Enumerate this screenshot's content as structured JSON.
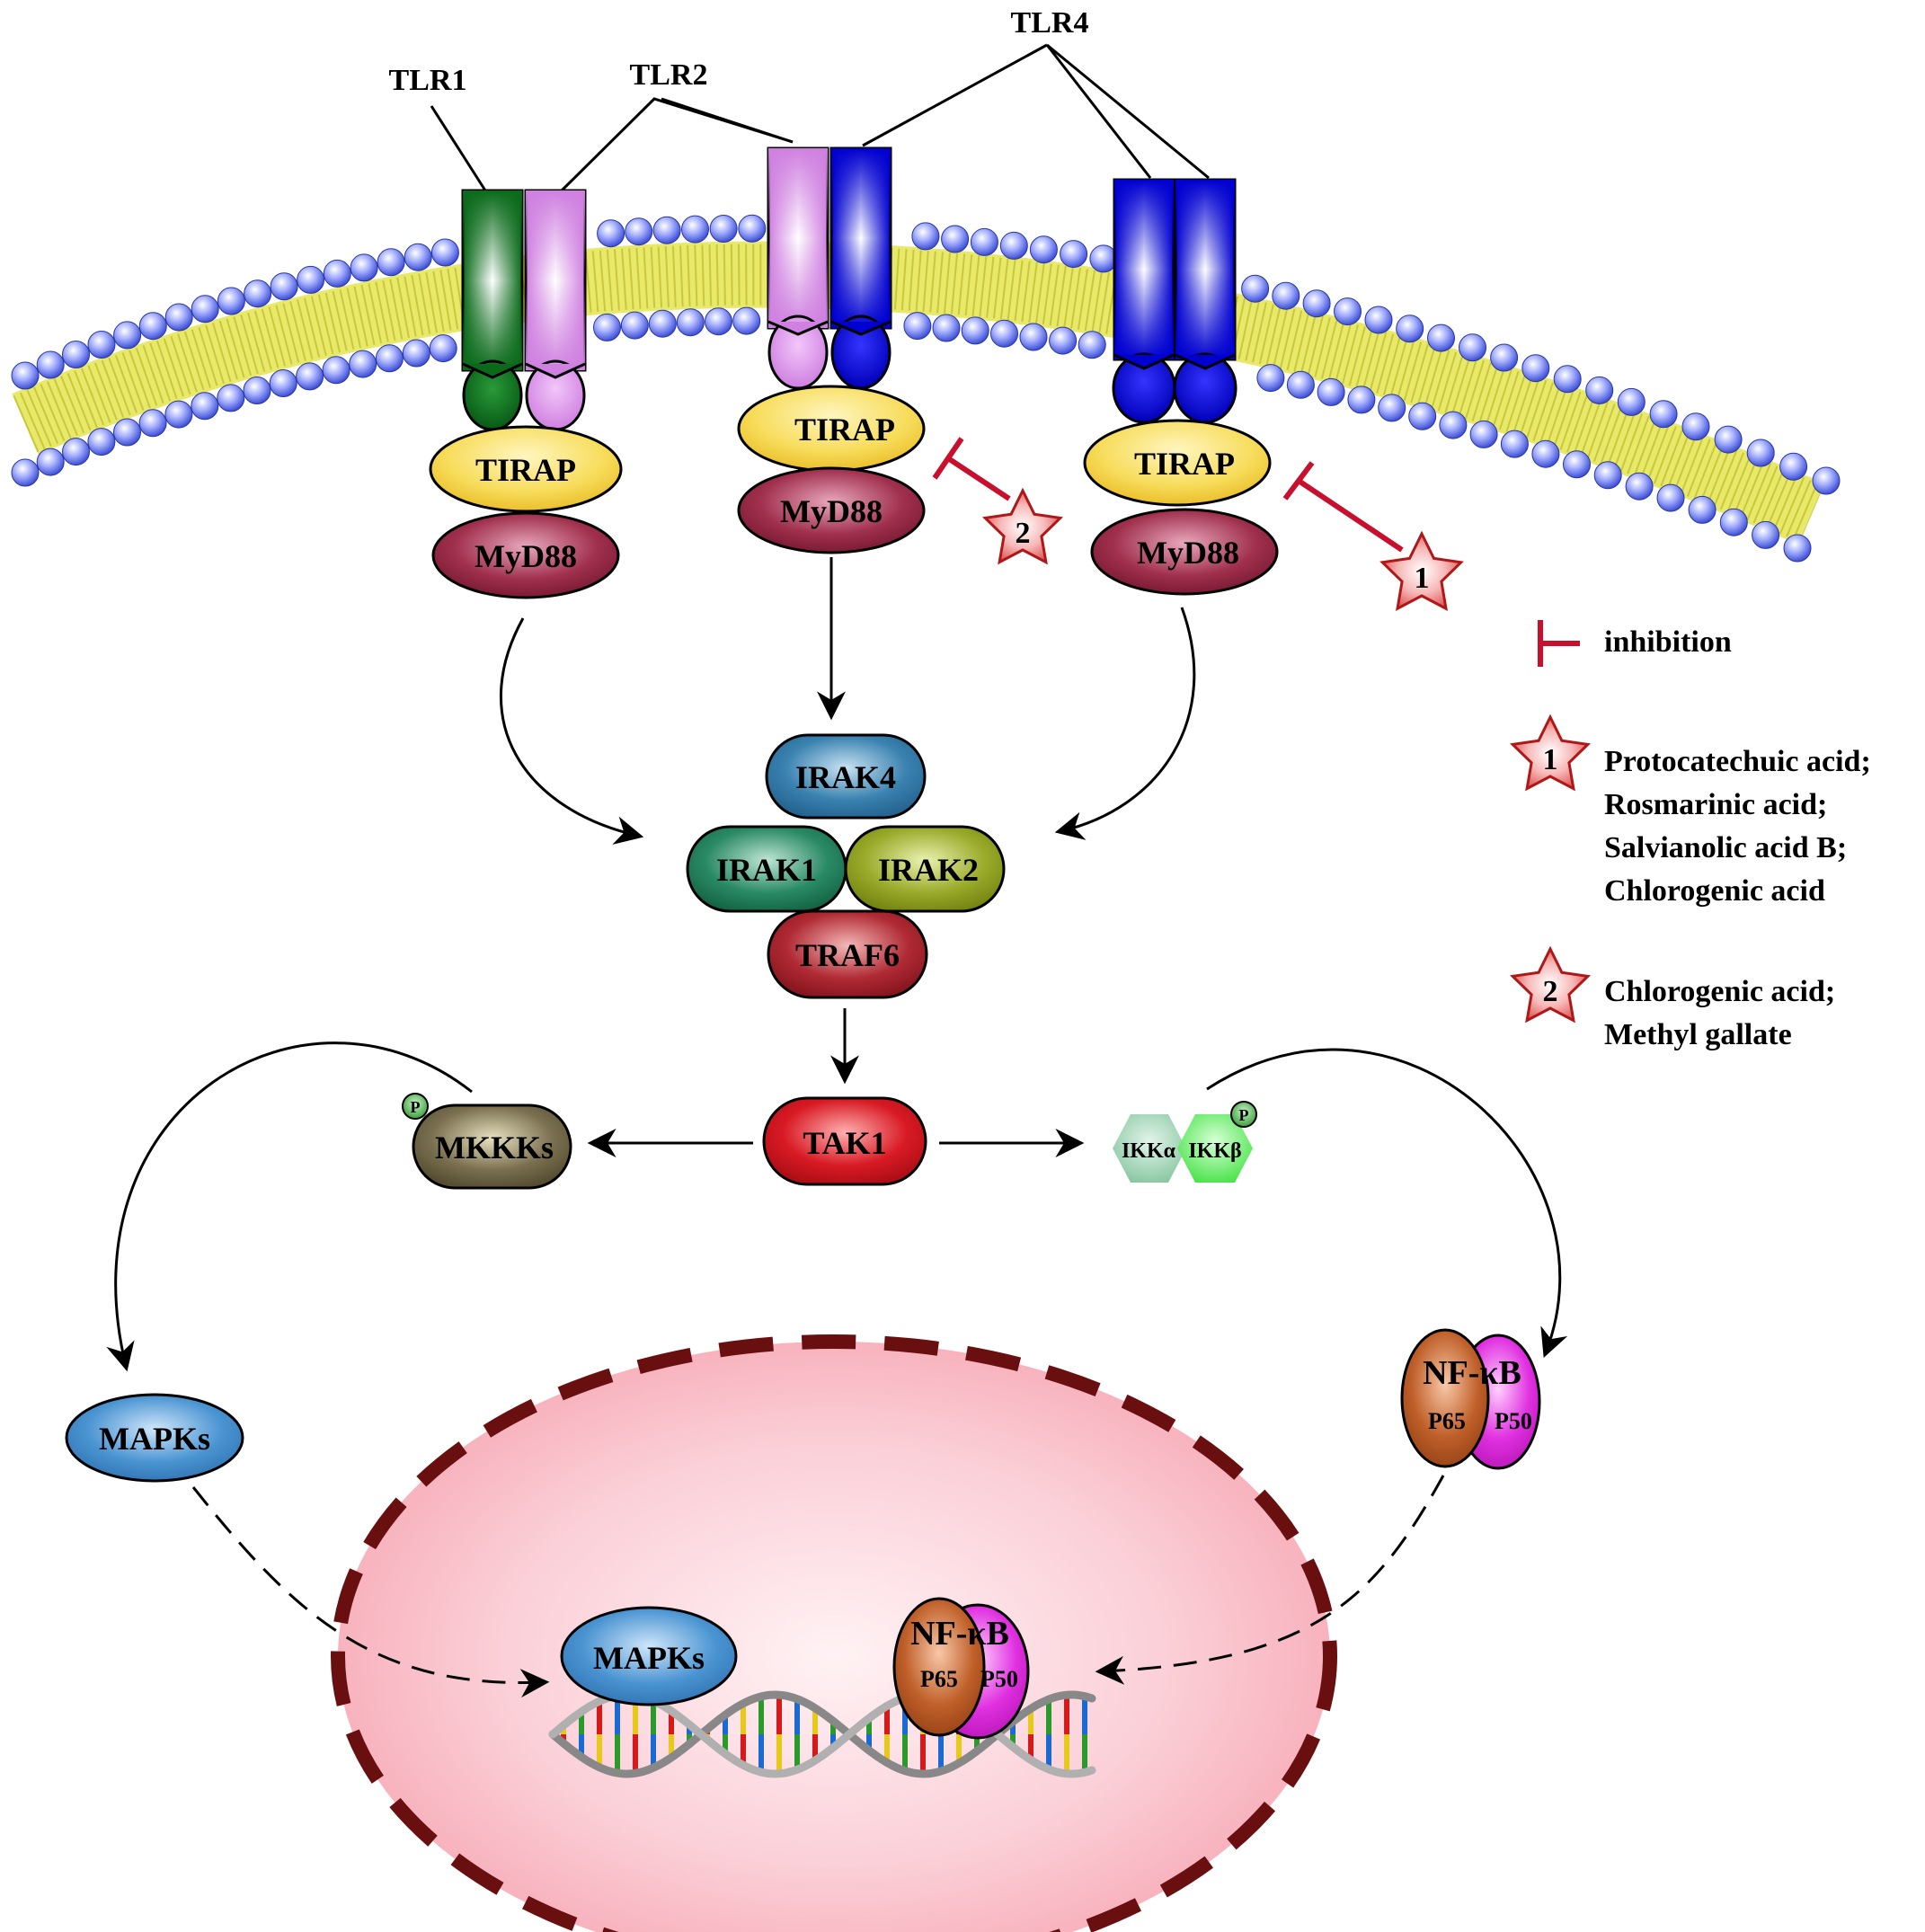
{
  "receptors": {
    "tlr1": "TLR1",
    "tlr2": "TLR2",
    "tlr4": "TLR4"
  },
  "adaptors": {
    "tirap": "TIRAP",
    "myd88": "MyD88"
  },
  "complex": {
    "irak4": "IRAK4",
    "irak1": "IRAK1",
    "irak2": "IRAK2",
    "traf6": "TRAF6"
  },
  "kinases": {
    "tak1": "TAK1",
    "mkkks": "MKKKs",
    "ikka": "IKKα",
    "ikkb": "IKKβ",
    "phospho": "P"
  },
  "effectors": {
    "mapks": "MAPKs",
    "nfkb": "NF-κB",
    "p65": "P65",
    "p50": "P50"
  },
  "markers": {
    "one": "1",
    "two": "2"
  },
  "legend": {
    "inhibition": "inhibition",
    "group1": [
      "Protocatechuic acid;",
      "Rosmarinic acid;",
      "Salvianolic acid B;",
      "Chlorogenic acid"
    ],
    "group2": [
      "Chlorogenic acid;",
      "Methyl gallate"
    ]
  },
  "colors": {
    "membrane_bead": "#6f7ff0",
    "membrane_tail": "#e0e060",
    "tlr1_green": "#1a7a2a",
    "tlr2_lilac": "#dd99ee",
    "tlr4_blue": "#1a1ad8",
    "tirap_yellow": "#f5d64a",
    "myd88_maroon": "#8a1f3a",
    "irak4_blue": "#2e6f9a",
    "irak1_teal": "#1f7a5a",
    "irak2_olive": "#8a9a1a",
    "traf6_red": "#a01f2a",
    "tak1_red": "#c8151f",
    "mkkks_brown": "#6a6040",
    "ikka_green": "#8fcfa8",
    "ikkb_green": "#55e855",
    "mapks_blue": "#3f86c6",
    "p65_orange": "#b8501f",
    "p50_magenta": "#e020e0",
    "inhibition_red": "#c8102e",
    "nucleus_dash": "#6a0f0f",
    "nucleus_fill": "#f9c0c8"
  }
}
